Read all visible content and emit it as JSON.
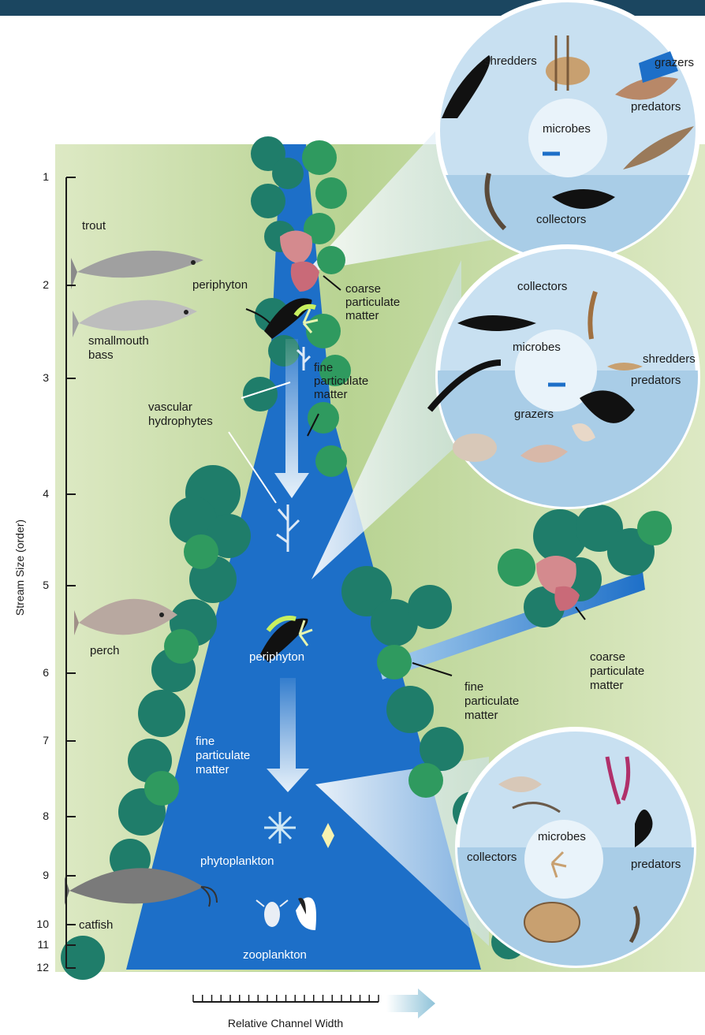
{
  "axis": {
    "y_title": "Stream Size (order)",
    "y_ticks": [
      "1",
      "2",
      "3",
      "4",
      "5",
      "6",
      "7",
      "8",
      "9",
      "10",
      "11",
      "12"
    ],
    "x_title": "Relative Channel Width"
  },
  "fish": {
    "trout": "trout",
    "smallmouth_1": "smallmouth",
    "smallmouth_2": "bass",
    "perch": "perch",
    "catfish": "catfish"
  },
  "stream_labels": {
    "periphyton_upper": "periphyton",
    "coarse_1": "coarse",
    "coarse_2": "particulate",
    "coarse_3": "matter",
    "fine_upper_1": "fine",
    "fine_upper_2": "particulate",
    "fine_upper_3": "matter",
    "vascular_1": "vascular",
    "vascular_2": "hydrophytes",
    "periphyton_mid": "periphyton",
    "trib_coarse_1": "coarse",
    "trib_coarse_2": "particulate",
    "trib_coarse_3": "matter",
    "trib_fine_1": "fine",
    "trib_fine_2": "particulate",
    "trib_fine_3": "matter",
    "fine_lower_1": "fine",
    "fine_lower_2": "particulate",
    "fine_lower_3": "matter",
    "phytoplankton": "phytoplankton",
    "zooplankton": "zooplankton"
  },
  "circle_top": {
    "shredders": "shredders",
    "grazers": "grazers",
    "predators": "predators",
    "microbes": "microbes",
    "collectors": "collectors"
  },
  "circle_mid": {
    "collectors": "collectors",
    "microbes": "microbes",
    "shredders": "shredders",
    "predators": "predators",
    "grazers": "grazers"
  },
  "circle_low": {
    "microbes": "microbes",
    "collectors": "collectors",
    "predators": "predators"
  },
  "colors": {
    "header": "#1b4660",
    "land": "#dde9c4",
    "water": "#1d6fc8",
    "tree_dark": "#1f7d6a",
    "tree_light": "#2f9a5f",
    "circle": "#a9cde7",
    "circle_light": "#d3e7f4"
  }
}
